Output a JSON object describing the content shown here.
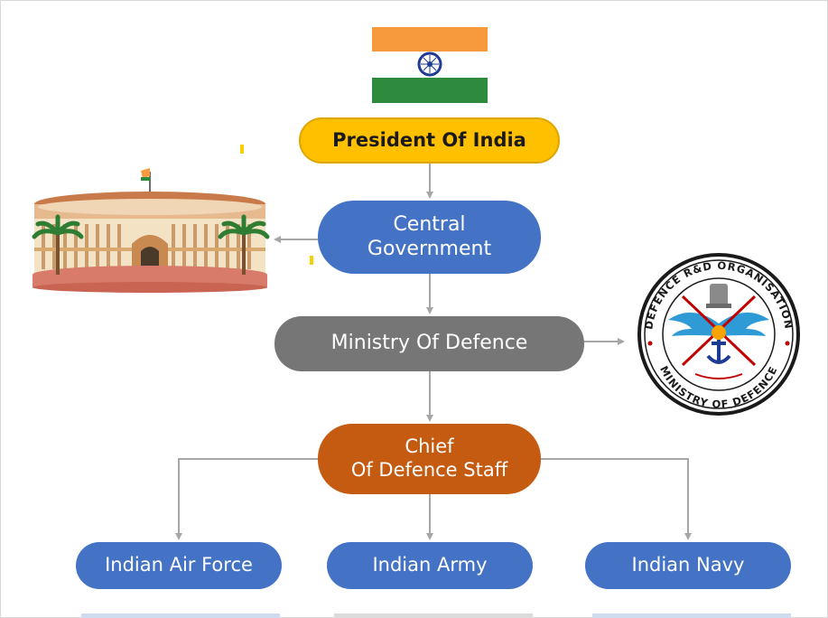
{
  "nodes": {
    "president": "President Of India",
    "central_line1": "Central",
    "central_line2": "Government",
    "ministry": "Ministry Of Defence",
    "chief_line1": "Chief",
    "chief_line2": "Of Defence Staff",
    "airforce": "Indian Air Force",
    "army": "Indian Army",
    "navy": "Indian Navy"
  },
  "emblem": {
    "top_text": "DEFENCE R&D ORGANISATION",
    "bottom_text": "MINISTRY OF DEFENCE"
  },
  "colors": {
    "president": "#ffc000",
    "central": "#4472c4",
    "ministry": "#767676",
    "chief": "#c55a11",
    "services": "#4472c4",
    "connector": "#a6a6a6",
    "flag_saffron": "#f79a3e",
    "flag_green": "#2e8b3e",
    "chakra": "#1f3a93"
  },
  "icons": [
    "india-flag-icon",
    "parliament-building-icon",
    "drdo-emblem-icon"
  ]
}
